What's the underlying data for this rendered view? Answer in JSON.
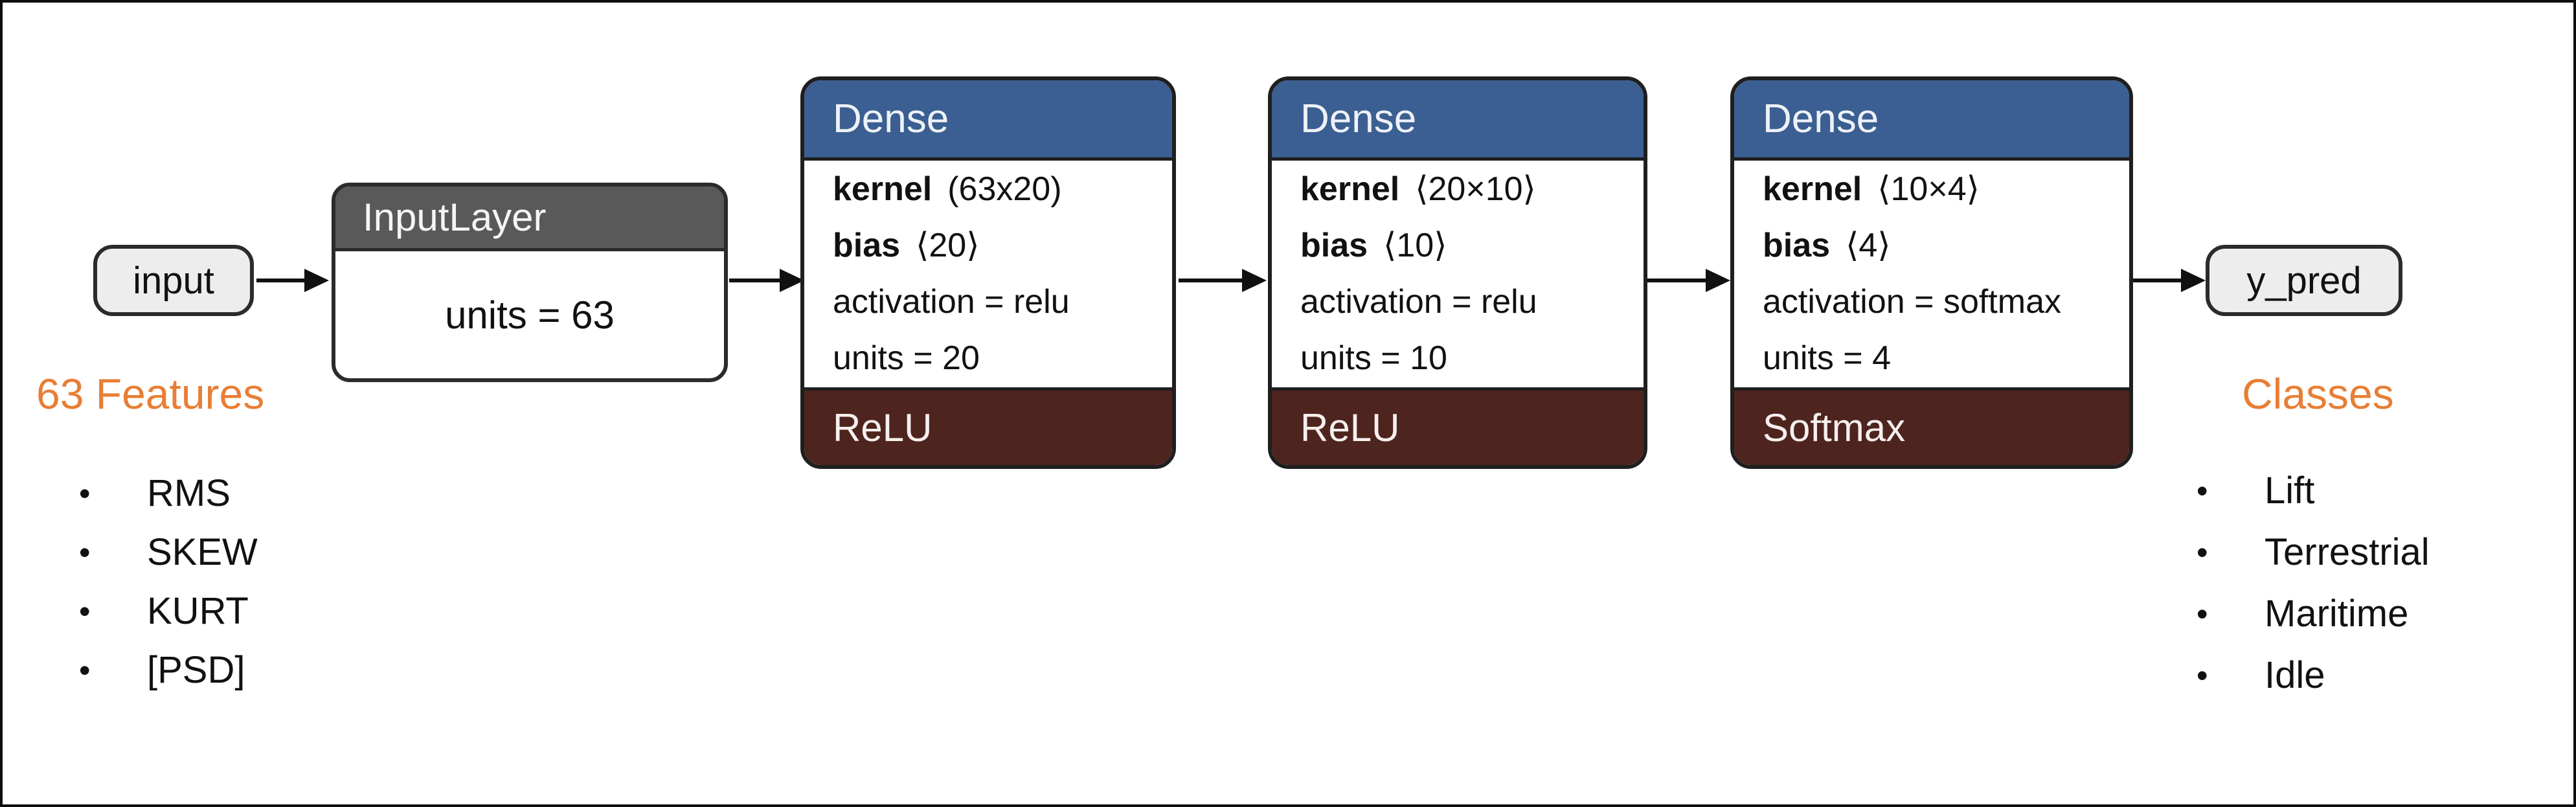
{
  "figure": {
    "input_node_label": "input",
    "output_node_label": "y_pred",
    "input_layer": {
      "header": "InputLayer",
      "body": "units = 63"
    },
    "dense_layers": [
      {
        "header": "Dense",
        "params": [
          {
            "name": "kernel",
            "value": "(63x20)"
          },
          {
            "name": "bias",
            "value": "⟨20⟩"
          },
          {
            "name": "",
            "value": "activation = relu"
          },
          {
            "name": "",
            "value": "units = 20"
          }
        ],
        "activation_label": "ReLU"
      },
      {
        "header": "Dense",
        "params": [
          {
            "name": "kernel",
            "value": "⟨20×10⟩"
          },
          {
            "name": "bias",
            "value": "⟨10⟩"
          },
          {
            "name": "",
            "value": "activation = relu"
          },
          {
            "name": "",
            "value": "units = 10"
          }
        ],
        "activation_label": "ReLU"
      },
      {
        "header": "Dense",
        "params": [
          {
            "name": "kernel",
            "value": "⟨10×4⟩"
          },
          {
            "name": "bias",
            "value": "⟨4⟩"
          },
          {
            "name": "",
            "value": "activation = softmax"
          },
          {
            "name": "",
            "value": "units = 4"
          }
        ],
        "activation_label": "Softmax"
      }
    ],
    "features": {
      "title": "63 Features",
      "items": [
        "RMS",
        "SKEW",
        "KURT",
        "[PSD]"
      ]
    },
    "classes": {
      "title": "Classes",
      "items": [
        "Lift",
        "Terrestrial",
        "Maritime",
        "Idle"
      ]
    },
    "bullet": "•"
  },
  "colors": {
    "dense_header_bg": "#3B5F92",
    "activation_footer_bg": "#4E241E",
    "input_layer_header_bg": "#595959",
    "node_fill": "#EDEDED",
    "accent_orange": "#E87E35",
    "line_color": "#111111",
    "background": "#FFFFFF"
  }
}
